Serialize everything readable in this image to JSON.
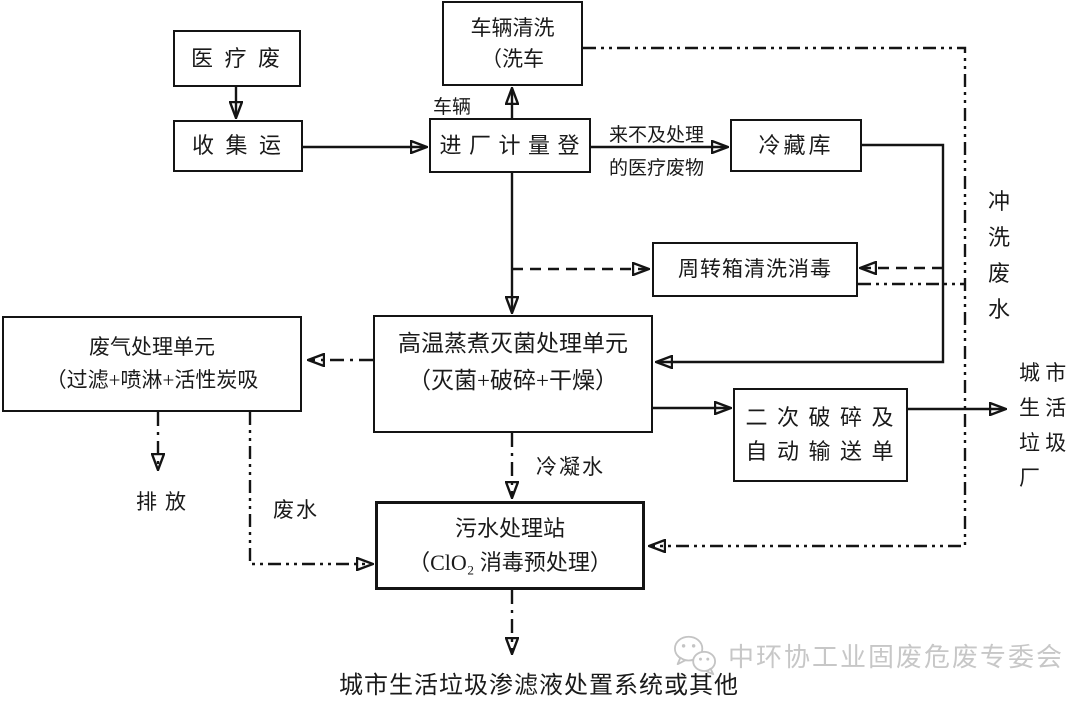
{
  "nodes": {
    "medical_waste": {
      "text": "医 疗 废"
    },
    "collection": {
      "text": "收 集 运"
    },
    "vehicle_wash": {
      "text": "车辆清洗\n（洗车"
    },
    "entry_weighing": {
      "text": "进 厂 计 量 登"
    },
    "cold_storage": {
      "text": "冷藏库"
    },
    "turnover_box": {
      "text": "周转箱清洗消毒"
    },
    "waste_gas": {
      "text": "废气处理单元\n（过滤+喷淋+活性炭吸"
    },
    "sterilization": {
      "text": "高温蒸煮灭菌处理单元\n（灭菌+破碎+干燥）"
    },
    "secondary_crush": {
      "text": "二 次 破 碎 及\n自 动 输 送 单"
    },
    "sewage_station": {
      "text": "污水处理站\n（ClO₂ 消毒预处理）"
    }
  },
  "labels": {
    "vehicle": "车辆",
    "untreated_waste": "来不及处理\n的医疗废物",
    "flush_wastewater": "冲\n洗\n废\n水",
    "discharge": "排放",
    "wastewater": "废水",
    "condensate": "冷凝水",
    "msw_plant": "城 市\n生 活\n垃 圾\n厂",
    "leachate_system": "城市生活垃圾渗滤液处置系统或其他"
  },
  "watermark": {
    "text": "中环协工业固废危废专委会",
    "icon": "wechat-icon",
    "color": "#c7c7c7"
  },
  "colors": {
    "line": "#141414",
    "background": "#ffffff",
    "text": "#1a1a1a"
  }
}
